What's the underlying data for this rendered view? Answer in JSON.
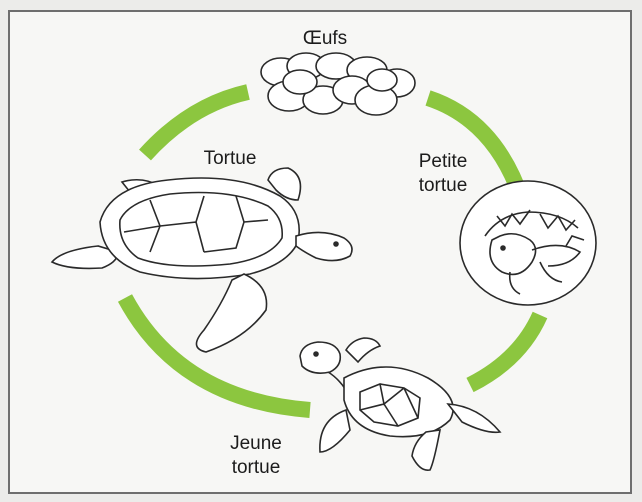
{
  "stages": {
    "eggs": "Œufs",
    "hatchling_line1": "Petite",
    "hatchling_line2": "tortue",
    "juvenile_line1": "Jeune",
    "juvenile_line2": "tortue",
    "adult": "Tortue"
  },
  "colors": {
    "cycle_arrow": "#8cc63f",
    "outline": "#2a2a2a",
    "frame": "#6e6e6e"
  },
  "icons": [
    "turtle-eggs",
    "hatching-turtle",
    "juvenile-turtle",
    "adult-sea-turtle"
  ]
}
